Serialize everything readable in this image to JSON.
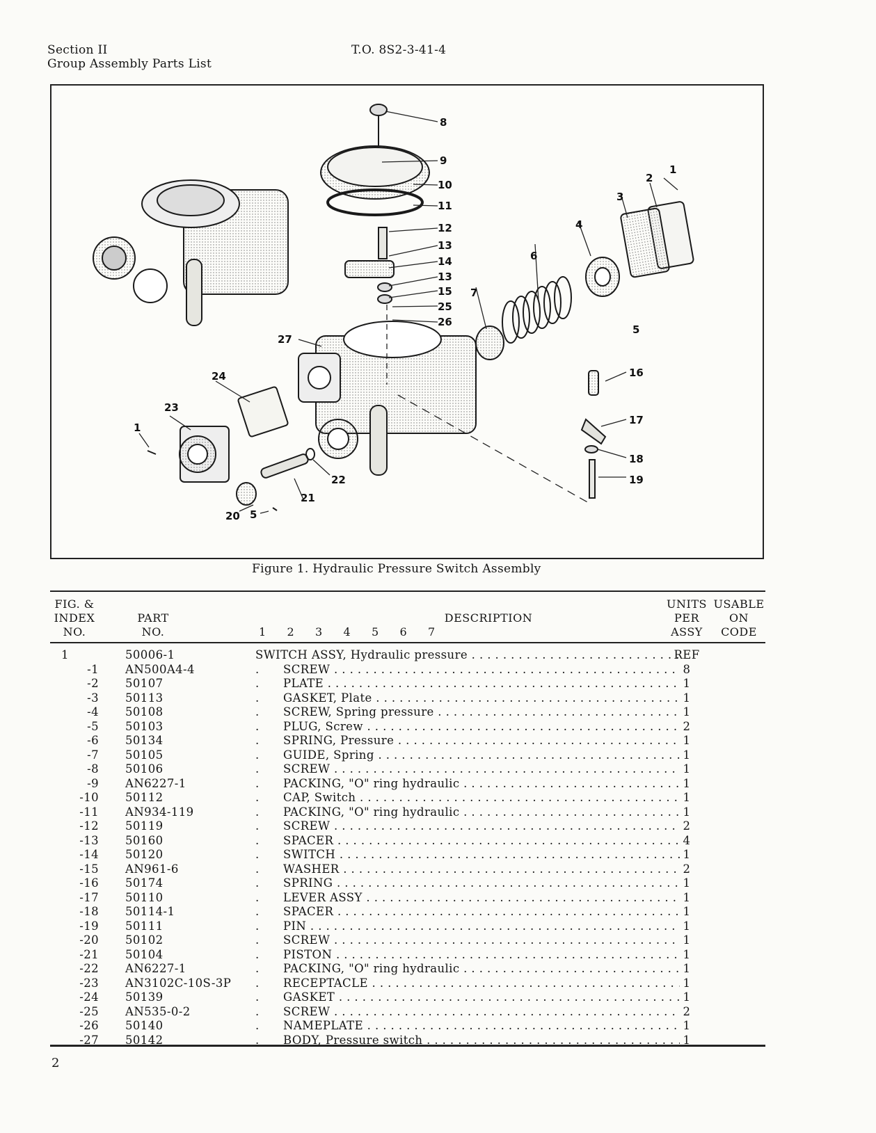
{
  "header": {
    "section": "Section II",
    "group": "Group Assembly Parts List",
    "to_number": "T.O. 8S2-3-41-4"
  },
  "figure": {
    "caption": "Figure 1.  Hydraulic Pressure Switch Assembly",
    "callouts": [
      "1",
      "2",
      "3",
      "4",
      "5",
      "6",
      "7",
      "8",
      "9",
      "10",
      "11",
      "12",
      "13",
      "14",
      "13",
      "15",
      "25",
      "26",
      "27",
      "24",
      "23",
      "1",
      "16",
      "17",
      "18",
      "19",
      "22",
      "21",
      "20",
      "5"
    ]
  },
  "table": {
    "headers": {
      "index_l1": "FIG. &",
      "index_l2": "INDEX",
      "index_l3": "NO.",
      "part_l1": "PART",
      "part_l2": "NO.",
      "description": "DESCRIPTION",
      "indent_levels": [
        "1",
        "2",
        "3",
        "4",
        "5",
        "6",
        "7"
      ],
      "units_l1": "UNITS",
      "units_l2": "PER",
      "units_l3": "ASSY",
      "usable_l1": "USABLE",
      "usable_l2": "ON",
      "usable_l3": "CODE"
    },
    "rows": [
      {
        "index": "1",
        "part": "50006-1",
        "desc": "SWITCH ASSY, Hydraulic pressure",
        "units": "REF",
        "indent": 0
      },
      {
        "index": "-1",
        "part": "AN500A4-4",
        "desc": "SCREW",
        "units": "8",
        "indent": 1
      },
      {
        "index": "-2",
        "part": "50107",
        "desc": "PLATE",
        "units": "1",
        "indent": 1
      },
      {
        "index": "-3",
        "part": "50113",
        "desc": "GASKET, Plate",
        "units": "1",
        "indent": 1
      },
      {
        "index": "-4",
        "part": "50108",
        "desc": "SCREW, Spring pressure",
        "units": "1",
        "indent": 1
      },
      {
        "index": "-5",
        "part": "50103",
        "desc": "PLUG, Screw",
        "units": "2",
        "indent": 1
      },
      {
        "index": "-6",
        "part": "50134",
        "desc": "SPRING, Pressure",
        "units": "1",
        "indent": 1
      },
      {
        "index": "-7",
        "part": "50105",
        "desc": "GUIDE, Spring",
        "units": "1",
        "indent": 1
      },
      {
        "index": "-8",
        "part": "50106",
        "desc": "SCREW",
        "units": "1",
        "indent": 1
      },
      {
        "index": "-9",
        "part": "AN6227-1",
        "desc": "PACKING, \"O\" ring hydraulic",
        "units": "1",
        "indent": 1
      },
      {
        "index": "-10",
        "part": "50112",
        "desc": "CAP, Switch",
        "units": "1",
        "indent": 1
      },
      {
        "index": "-11",
        "part": "AN934-119",
        "desc": "PACKING, \"O\" ring hydraulic",
        "units": "1",
        "indent": 1
      },
      {
        "index": "-12",
        "part": "50119",
        "desc": "SCREW",
        "units": "2",
        "indent": 1
      },
      {
        "index": "-13",
        "part": "50160",
        "desc": "SPACER",
        "units": "4",
        "indent": 1
      },
      {
        "index": "-14",
        "part": "50120",
        "desc": "SWITCH",
        "units": "1",
        "indent": 1
      },
      {
        "index": "-15",
        "part": "AN961-6",
        "desc": "WASHER",
        "units": "2",
        "indent": 1
      },
      {
        "index": "-16",
        "part": "50174",
        "desc": "SPRING",
        "units": "1",
        "indent": 1
      },
      {
        "index": "-17",
        "part": "50110",
        "desc": "LEVER ASSY",
        "units": "1",
        "indent": 1
      },
      {
        "index": "-18",
        "part": "50114-1",
        "desc": "SPACER",
        "units": "1",
        "indent": 1
      },
      {
        "index": "-19",
        "part": "50111",
        "desc": "PIN",
        "units": "1",
        "indent": 1
      },
      {
        "index": "-20",
        "part": "50102",
        "desc": "SCREW",
        "units": "1",
        "indent": 1
      },
      {
        "index": "-21",
        "part": "50104",
        "desc": "PISTON",
        "units": "1",
        "indent": 1
      },
      {
        "index": "-22",
        "part": "AN6227-1",
        "desc": "PACKING, \"O\" ring hydraulic",
        "units": "1",
        "indent": 1
      },
      {
        "index": "-23",
        "part": "AN3102C-10S-3P",
        "desc": "RECEPTACLE",
        "units": "1",
        "indent": 1
      },
      {
        "index": "-24",
        "part": "50139",
        "desc": "GASKET",
        "units": "1",
        "indent": 1
      },
      {
        "index": "-25",
        "part": "AN535-0-2",
        "desc": "SCREW",
        "units": "2",
        "indent": 1
      },
      {
        "index": "-26",
        "part": "50140",
        "desc": "NAMEPLATE",
        "units": "1",
        "indent": 1
      },
      {
        "index": "-27",
        "part": "50142",
        "desc": "BODY, Pressure switch",
        "units": "1",
        "indent": 1
      }
    ]
  },
  "page_number": "2"
}
